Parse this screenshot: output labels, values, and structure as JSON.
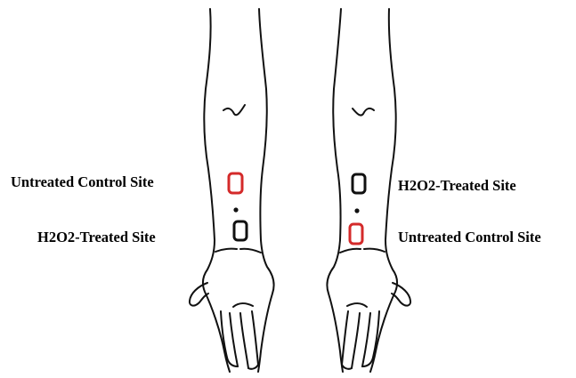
{
  "labels": {
    "left_arm_upper": "Untreated Control Site",
    "left_arm_lower": "H2O2-Treated Site",
    "right_arm_upper": "H2O2-Treated Site",
    "right_arm_lower": "Untreated Control Site"
  },
  "colors": {
    "control_site": "#d42a2a",
    "treated_site": "#111111",
    "outline": "#111111"
  }
}
